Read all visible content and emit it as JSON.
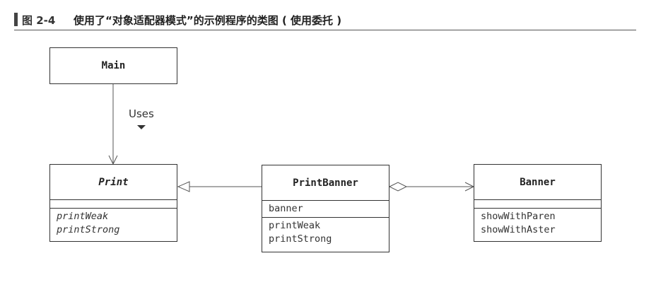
{
  "caption": {
    "figure_number": "图 2-4",
    "title": "使用了“对象适配器模式”的示例程序的类图 ( 使用委托 )"
  },
  "classes": {
    "main": {
      "name": "Main"
    },
    "print": {
      "name": "Print",
      "methods": [
        "printWeak",
        "printStrong"
      ]
    },
    "print_banner": {
      "name": "PrintBanner",
      "fields": [
        "banner"
      ],
      "methods": [
        "printWeak",
        "printStrong"
      ]
    },
    "banner": {
      "name": "Banner",
      "methods": [
        "showWithParen",
        "showWithAster"
      ]
    }
  },
  "relations": {
    "uses_label": "Uses"
  },
  "colors": {
    "line": "#555555",
    "border": "#333333",
    "caption_bar": "#444444"
  }
}
